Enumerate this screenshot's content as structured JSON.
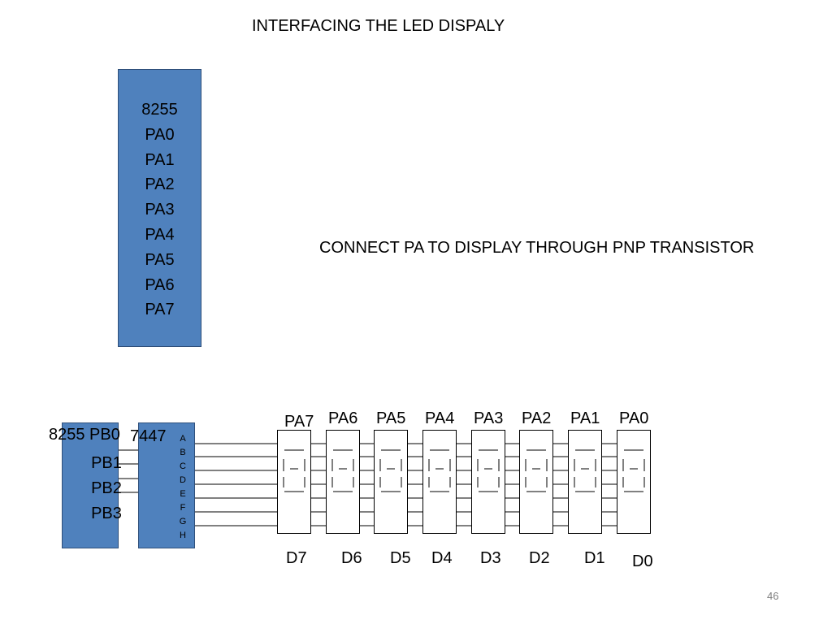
{
  "slide": {
    "title": "INTERFACING THE LED DISPALY",
    "note": "CONNECT PA TO DISPLAY THROUGH PNP TRANSISTOR",
    "page_number": "46"
  },
  "chip_top": {
    "lines": [
      "8255",
      "PA0",
      "PA1",
      "PA2",
      "PA3",
      "PA4",
      "PA5",
      "PA6",
      "PA7"
    ],
    "color": "#4f81bd"
  },
  "chip_bottom": {
    "head": "8255 PB0",
    "lines": [
      "PB1",
      "PB2",
      "PB3"
    ]
  },
  "decoder": {
    "label": "7447",
    "segments": [
      "A",
      "B",
      "C",
      "D",
      "E",
      "F",
      "G",
      "H"
    ]
  },
  "displays": {
    "port_labels": [
      "PA7",
      "PA6",
      "PA5",
      "PA4",
      "PA3",
      "PA2",
      "PA1",
      "PA0"
    ],
    "digit_labels": [
      "D7",
      "D6",
      "D5",
      "D4",
      "D3",
      "D2",
      "D1",
      "D0"
    ]
  }
}
